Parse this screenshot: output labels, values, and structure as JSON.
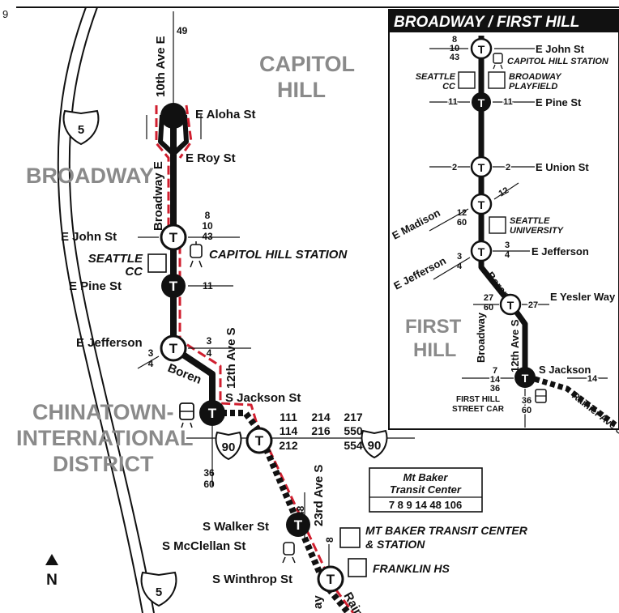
{
  "page_number": "9",
  "neighborhoods": {
    "capitol_hill": [
      "CAPITOL",
      "HILL"
    ],
    "broadway": "BROADWAY",
    "chinatown": [
      "CHINATOWN-",
      "INTERNATIONAL",
      "DISTRICT"
    ]
  },
  "highways": {
    "i5_top": "5",
    "i5_bottom": "5",
    "i90_left": "90",
    "i90_right": "90"
  },
  "compass": "N",
  "stop_symbol": "T",
  "streets": {
    "tenth_ave_e": "10th Ave E",
    "broadway_e": "Broadway E",
    "e_aloha": "E Aloha St",
    "e_roy": "E Roy St",
    "e_john": "E John St",
    "e_pine": "E Pine St",
    "e_jefferson": "E Jefferson",
    "boren": "Boren",
    "twelfth_ave_s": "12th Ave S",
    "s_jackson": "S Jackson St",
    "twentythird_ave_s": "23rd Ave S",
    "s_walker": "S Walker St",
    "s_mcclellan": "S McClellan St",
    "s_winthrop": "S Winthrop St",
    "bottom_way": "ay",
    "bottom_rainier": "Rain"
  },
  "routes": {
    "r49": "49",
    "john_routes": [
      "8",
      "10",
      "43"
    ],
    "pine_route": "11",
    "jefferson_routes": [
      "3",
      "4"
    ],
    "jefferson_routes_left": [
      "3",
      "4"
    ],
    "jackson_south": [
      "36",
      "60"
    ],
    "i90_routes": [
      "111",
      "214",
      "217",
      "114",
      "216",
      "550",
      "212",
      "554"
    ],
    "r48": "48",
    "r8": "8"
  },
  "places": {
    "seattle_cc": [
      "SEATTLE",
      "CC"
    ],
    "capitol_hill_station": "CAPITOL HILL STATION",
    "mt_baker_tc": [
      "MT BAKER TRANSIT CENTER",
      "& STATION"
    ],
    "franklin_hs": "FRANKLIN HS"
  },
  "mt_baker_box": {
    "title": [
      "Mt Baker",
      "Transit Center"
    ],
    "routes": "7 8 9 14 48 106"
  },
  "inset": {
    "title": "BROADWAY / FIRST HILL",
    "hood": [
      "FIRST",
      "HILL"
    ],
    "streets": {
      "e_john": "E John St",
      "e_pine": "E Pine St",
      "e_union": "E Union St",
      "e_madison": "E Madison",
      "e_jefferson_right": "E Jefferson",
      "e_jefferson_left": "E Jefferson",
      "e_yesler": "E Yesler Way",
      "boren": "Boren",
      "broadway": "Broadway",
      "twelfth_ave_s": "12th Ave S",
      "s_jackson": "S Jackson",
      "rainier": "Rainier Ave S"
    },
    "places": {
      "capitol_hill_station": "CAPITOL HILL STATION",
      "seattle_cc": [
        "SEATTLE",
        "CC"
      ],
      "broadway_playfield": [
        "BROADWAY",
        "PLAYFIELD"
      ],
      "seattle_university": [
        "SEATTLE",
        "UNIVERSITY"
      ],
      "streetcar": [
        "FIRST HILL",
        "STREET CAR"
      ]
    },
    "routes": {
      "john": [
        "8",
        "10",
        "43"
      ],
      "pine_left": "11",
      "pine_right": "11",
      "union_left": "2",
      "union_right": "2",
      "madison_up": "12",
      "madison_down": [
        "12",
        "60"
      ],
      "jefferson_right": [
        "3",
        "4"
      ],
      "jefferson_left": [
        "3",
        "4"
      ],
      "yesler_left": [
        "27",
        "60"
      ],
      "yesler_right": "27",
      "jackson_left": [
        "7",
        "14",
        "36"
      ],
      "jackson_right": "14",
      "jackson_down": [
        "36",
        "60"
      ]
    }
  },
  "colors": {
    "route_black": "#111111",
    "route_red": "#d01f2f",
    "neighborhood_gray": "#8a8a8a",
    "background": "#ffffff"
  }
}
